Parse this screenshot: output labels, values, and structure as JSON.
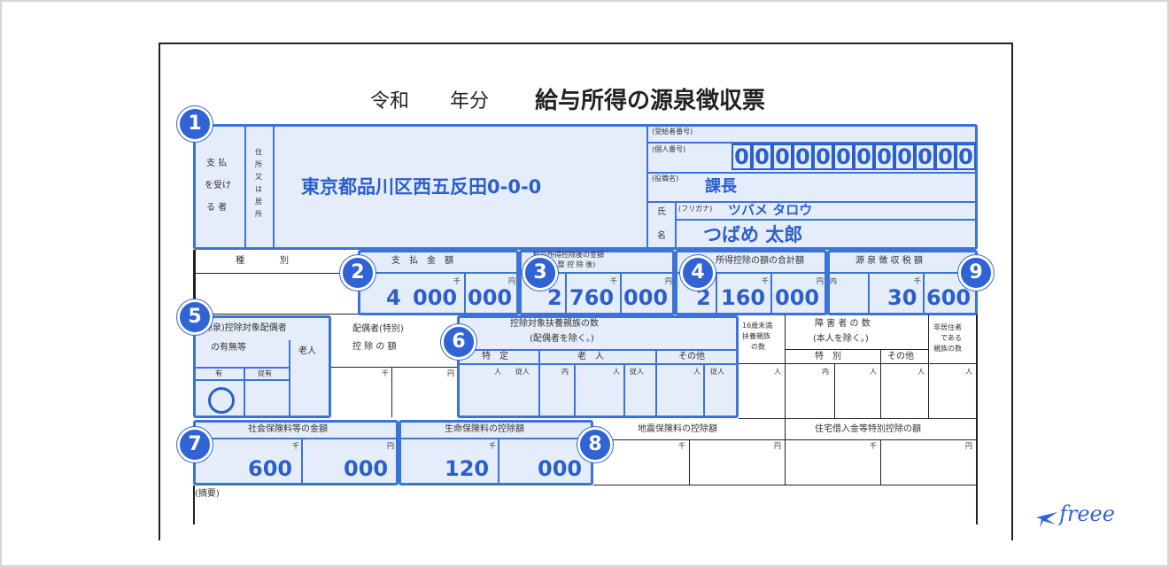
{
  "document": {
    "era": "令和",
    "year_suffix": "年分",
    "title": "給与所得の源泉徴収票"
  },
  "recipient": {
    "side_label_1": "支 払",
    "side_label_2": "を受け",
    "side_label_3": "る 者",
    "address_label_1": "住",
    "address_label_2": "所",
    "address_label_3": "又",
    "address_label_4": "は",
    "address_label_5": "居",
    "address_label_6": "所",
    "address": "東京都品川区西五反田0-0-0",
    "recipient_number_label": "(受給者番号)",
    "personal_number_label": "(個人番号)",
    "personal_number_digits": [
      "0",
      "0",
      "0",
      "0",
      "0",
      "0",
      "0",
      "0",
      "0",
      "0",
      "0",
      "0"
    ],
    "position_label": "(役職名)",
    "position": "課長",
    "name_label_1": "氏",
    "name_label_2": "名",
    "furigana_label": "(フリガナ)",
    "furigana": "ツバメ タロウ",
    "name": "つばめ 太郎"
  },
  "amounts": {
    "type_label": "種　　　　別",
    "payment_label": "支　払　金　額",
    "after_deduction_label_1": "給与所得控除後の金額",
    "after_deduction_label_2": "(調 整 控 除 後)",
    "deduction_total_label": "所得控除の額の合計額",
    "withholding_label": "源 泉 徴 収 税 額",
    "unit_thousand": "千",
    "unit_yen": "円",
    "inner_label": "内",
    "payment_high": "4",
    "payment_mid": "000",
    "payment_low": "000",
    "after_high": "2",
    "after_mid": "760",
    "after_low": "000",
    "deduction_high": "2",
    "deduction_mid": "160",
    "deduction_low": "000",
    "withholding_mid": "30",
    "withholding_low": "600"
  },
  "spouse": {
    "label_1": "(源泉)控除対象配偶者",
    "label_2": "の有無等",
    "elderly": "老人",
    "has": "有",
    "dependent_has": "従有",
    "mark": "◯",
    "special_label_1": "配偶者(特別)",
    "special_label_2": "控 除 の 額"
  },
  "dependents": {
    "title_1": "控除対象扶養親族の数",
    "title_2": "(配偶者を除く。)",
    "specific": "特　定",
    "elderly": "老　人",
    "other": "その他",
    "person": "人",
    "dependent_person": "従人",
    "inner": "内",
    "under16_1": "16歳未満",
    "under16_2": "扶養親族",
    "under16_3": "の数",
    "disabled_1": "障 害 者 の 数",
    "disabled_2": "(本人を除く。)",
    "special": "特　別",
    "disabled_other": "その他",
    "nonresident_1": "非居住者",
    "nonresident_2": "である",
    "nonresident_3": "親族の数"
  },
  "insurance": {
    "social_label": "社会保険料等の金額",
    "social_mid": "600",
    "social_low": "000",
    "life_label": "生命保険料の控除額",
    "life_mid": "120",
    "life_low": "000",
    "earthquake_label": "地震保険料の控除額",
    "housing_label": "住宅借入金等特別控除の額"
  },
  "remarks_label": "(摘要)",
  "badges": [
    "1",
    "2",
    "3",
    "4",
    "5",
    "6",
    "7",
    "8",
    "9"
  ],
  "brand": "freee",
  "colors": {
    "accent": "#3b73d9",
    "badge": "#2f63d6",
    "text_blue": "#2a5fcc"
  }
}
